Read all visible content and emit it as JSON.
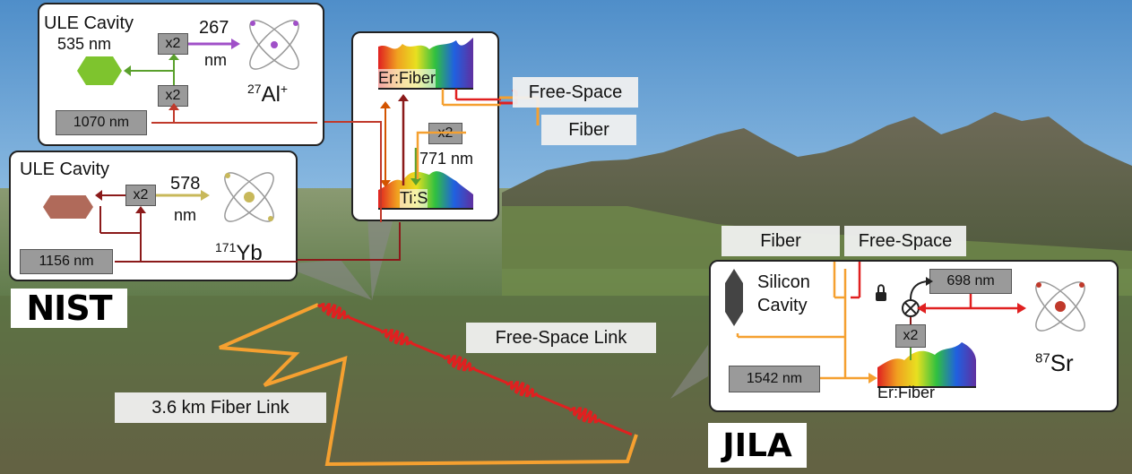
{
  "top_left": {
    "title": "ULE Cavity",
    "wavelength_535": "535 nm",
    "doubler_upper": "x2",
    "wavelength_267": "267",
    "unit_267": "nm",
    "doubler_lower": "x2",
    "source": "1070 nm",
    "atom_mass": "27",
    "atom_symbol": "Al",
    "atom_charge": "+"
  },
  "mid_left": {
    "title": "ULE Cavity",
    "doubler": "x2",
    "wavelength_578": "578",
    "unit_578": "nm",
    "source": "1156 nm",
    "atom_mass": "171",
    "atom_symbol": "Yb"
  },
  "comb_panel": {
    "er_label": "Er:Fiber",
    "ti_label": "Ti:S",
    "doubler": "x2",
    "wavelength_771": "771 nm"
  },
  "nist_links": {
    "free_space": "Free-Space",
    "fiber": "Fiber"
  },
  "jila_links": {
    "fiber": "Fiber",
    "free_space": "Free-Space"
  },
  "jila_panel": {
    "cavity_line1": "Silicon",
    "cavity_line2": "Cavity",
    "laser_698": "698 nm",
    "doubler": "x2",
    "source": "1542 nm",
    "er_label": "Er:Fiber",
    "atom_mass": "87",
    "atom_symbol": "Sr"
  },
  "map": {
    "free_space_link": "Free-Space Link",
    "fiber_link": "3.6 km Fiber Link",
    "nist_logo": "NIST",
    "jila_logo": "JILA"
  },
  "colors": {
    "red": "#c8102e",
    "dark_red": "#8b1a1a",
    "orange": "#f5a030",
    "green": "#5aa02c",
    "purple": "#a050c8",
    "olive": "#c8b85a"
  }
}
